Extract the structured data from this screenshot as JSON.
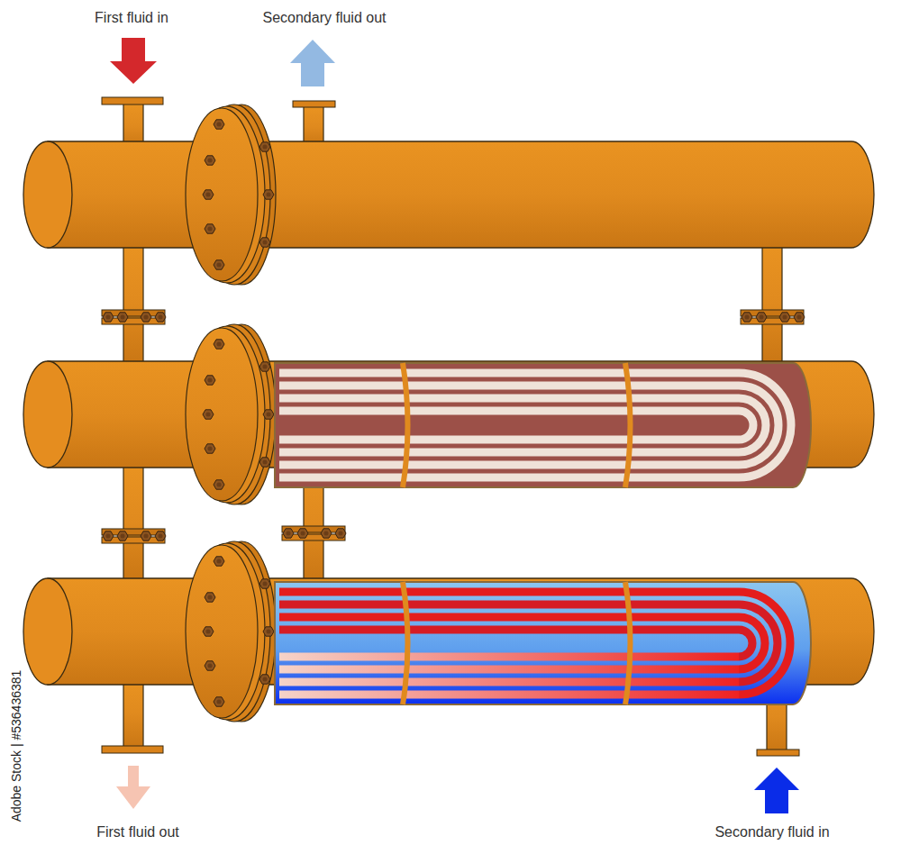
{
  "diagram": {
    "labels": [
      "First fluid in",
      "Secondary fluid out",
      "First fluid out",
      "Secondary fluid in",
      "Adobe Stock | #536436381"
    ]
  }
}
